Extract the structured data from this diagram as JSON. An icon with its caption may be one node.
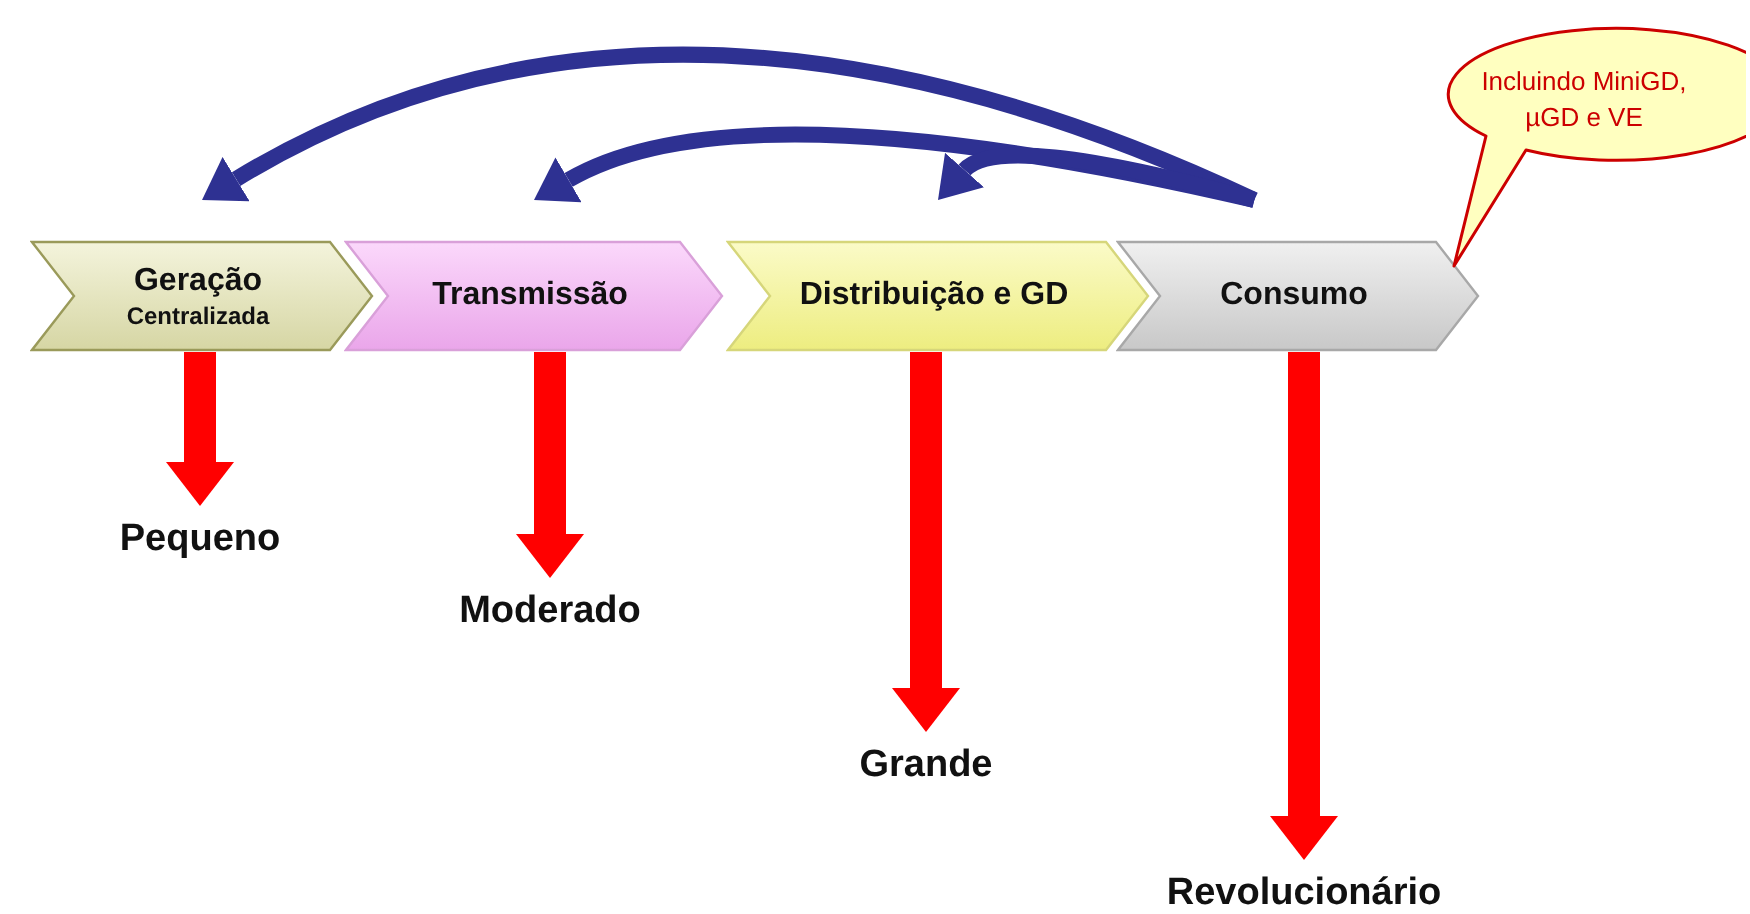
{
  "diagram": {
    "nodes": [
      {
        "text": [
          "Geração",
          "Centralizada"
        ]
      },
      {
        "text": [
          "Transmissão"
        ]
      },
      {
        "text": [
          "Distribuição e GD"
        ]
      },
      {
        "text": [
          "Consumo"
        ]
      },
      {
        "text": [
          "Incluindo MiniGD, µGD e VE"
        ]
      },
      {
        "text": [
          "Pequeno"
        ]
      },
      {
        "text": [
          "Moderado"
        ]
      },
      {
        "text": [
          "Grande"
        ]
      },
      {
        "text": [
          "Revolucionário"
        ]
      }
    ],
    "edges": [
      {
        "from": 3,
        "to": 0,
        "arrow": "to",
        "color": "#2e3192"
      },
      {
        "from": 3,
        "to": 1,
        "arrow": "to",
        "color": "#2e3192"
      },
      {
        "from": 3,
        "to": 2,
        "arrow": "to",
        "color": "#2e3192"
      },
      {
        "from": 0,
        "to": 5,
        "arrow": "to"
      },
      {
        "from": 1,
        "to": 6,
        "arrow": "to"
      },
      {
        "from": 2,
        "to": 7,
        "arrow": "to"
      },
      {
        "from": 3,
        "to": 8,
        "arrow": "to"
      }
    ]
  }
}
